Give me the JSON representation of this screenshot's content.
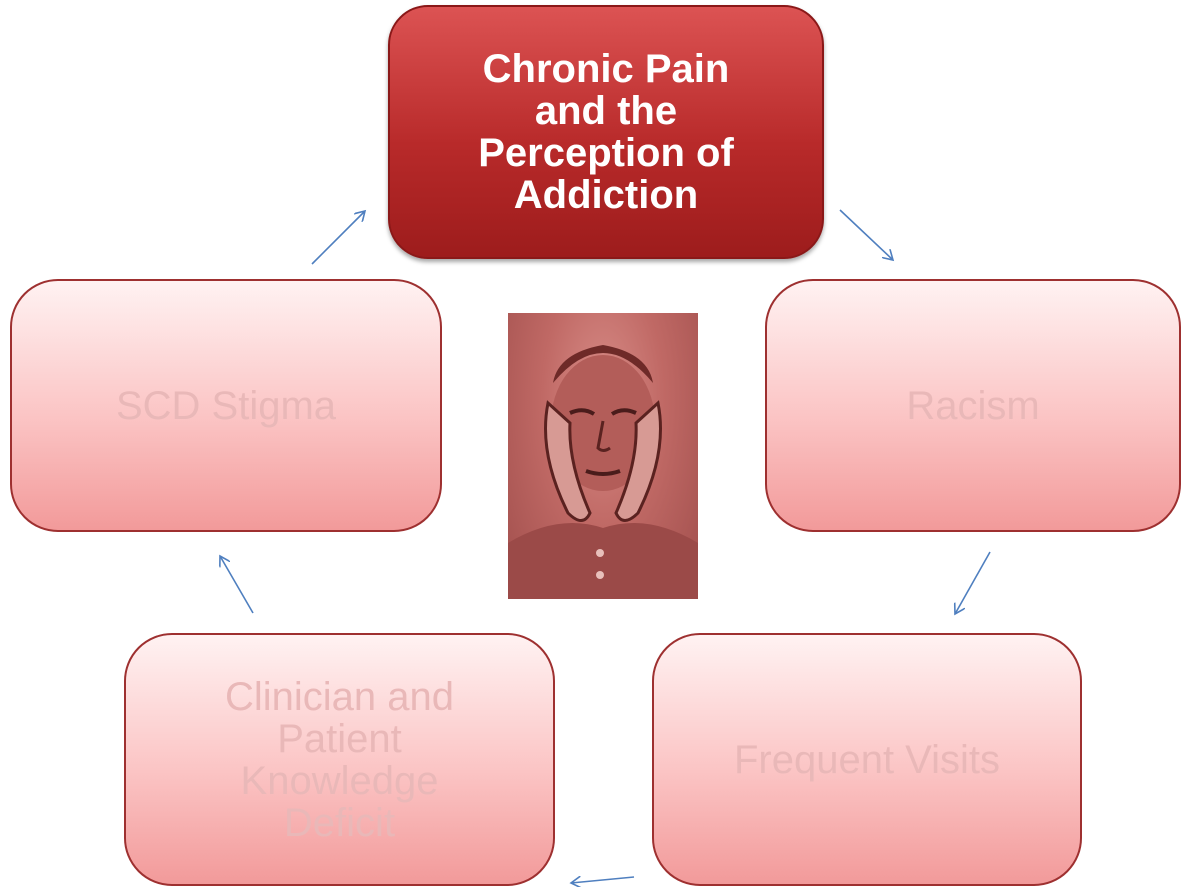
{
  "diagram": {
    "main_node": {
      "label": "Chronic Pain and the Perception of Addiction"
    },
    "nodes": [
      {
        "label": "Racism"
      },
      {
        "label": "Frequent Visits"
      },
      {
        "label": "Clinician and Patient Knowledge Deficit"
      },
      {
        "label": "SCD Stigma"
      }
    ],
    "center_image": {
      "description": "person-holding-face-photo"
    },
    "colors": {
      "main_fill": "#b82a2a",
      "main_text": "#ffffff",
      "node_fill": "#fbc4c4",
      "node_border": "#9e3030",
      "node_text": "#e9b8b8",
      "arrow": "#4f7fbf"
    }
  }
}
